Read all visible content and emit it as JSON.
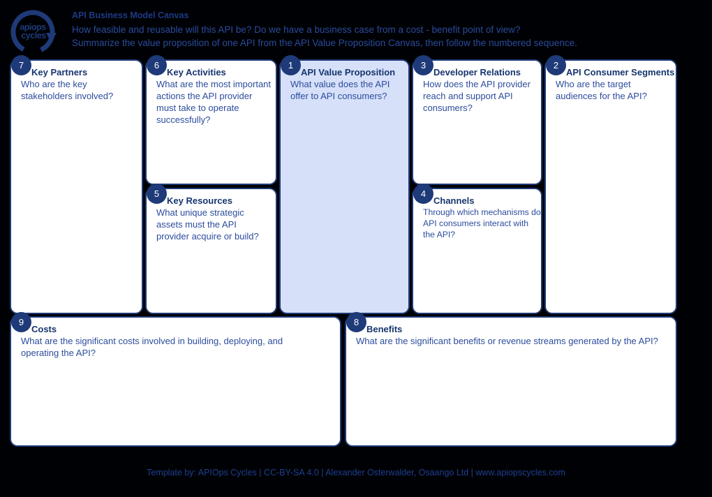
{
  "logo": {
    "line1": "apiops",
    "line2": "cycles"
  },
  "header": {
    "title": "API Business Model Canvas",
    "subtitle1": "How feasible and reusable will this API be? Do we have a business case from a cost - benefit point of view?",
    "subtitle2": "Summarize the value proposition of one API from the API Value Proposition Canvas, then follow the numbered sequence."
  },
  "boxes": [
    {
      "number": "7",
      "title": "Key Partners",
      "desc": "Who are the key\nstakeholders involved?"
    },
    {
      "number": "6",
      "title": "Key Activities",
      "desc": "What are the most important\nactions the API provider\nmust take to operate\nsuccessfully?"
    },
    {
      "number": "5",
      "title": "Key Resources",
      "desc": "What unique strategic\nassets must the API\nprovider acquire or build?"
    },
    {
      "number": "1",
      "title": "API Value Proposition",
      "desc": "What value does the API\noffer to API consumers?"
    },
    {
      "number": "3",
      "title": "Developer Relations",
      "desc": "How does the API provider\nreach and support API\nconsumers?"
    },
    {
      "number": "4",
      "title": "Channels",
      "desc": "Through which mechanisms do\nAPI consumers interact with\nthe API?"
    },
    {
      "number": "2",
      "title": "API Consumer Segments",
      "desc": "Who are the target\naudiences for the API?"
    },
    {
      "number": "9",
      "title": "Costs",
      "desc": "What are the significant costs involved in building, deploying, and\noperating the API?"
    },
    {
      "number": "8",
      "title": "Benefits",
      "desc": "What are the significant benefits or revenue streams generated by the API?"
    }
  ],
  "footer": {
    "text": "Template by: APIOps Cycles | CC-BY-SA 4.0 | Alexander Osterwalder, Osaango Ltd | www.apiopscycles.com"
  },
  "colors": {
    "background": "#000104",
    "border": "#1e3a78",
    "box_bg": "#ffffff",
    "highlight_bg": "#d6e0f8",
    "badge_bg": "#1e3a78",
    "badge_text": "#ffffff",
    "title_text": "#17356e",
    "body_text": "#2c4c9c"
  }
}
